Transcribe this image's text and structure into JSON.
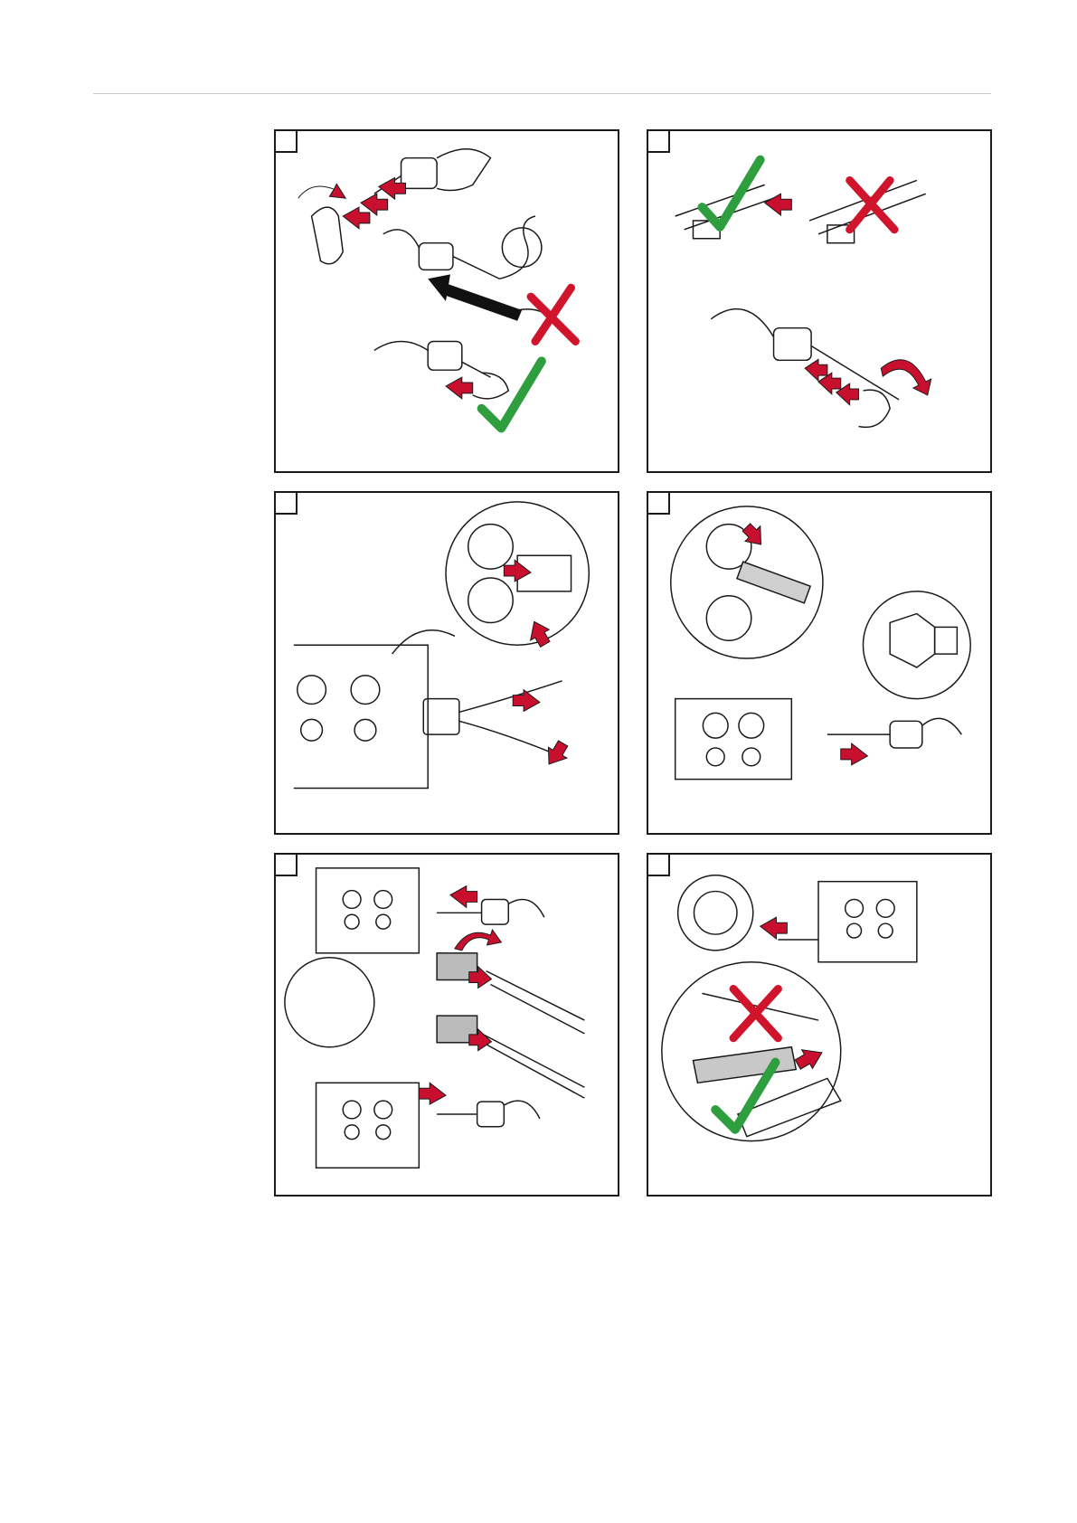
{
  "panels": [
    {
      "id": "step-1",
      "description_marks": [
        "drill",
        "wire-guide",
        "cross",
        "check"
      ]
    },
    {
      "id": "step-2",
      "description_marks": [
        "check",
        "cross",
        "drill",
        "rotate-arrow"
      ]
    },
    {
      "id": "step-3",
      "description_marks": [
        "feed-rollers",
        "pliers",
        "zoom-detail"
      ]
    },
    {
      "id": "step-4",
      "description_marks": [
        "feed-rollers",
        "cutter",
        "measurement-detail",
        "drill"
      ]
    },
    {
      "id": "step-5",
      "description_marks": [
        "wire-feeder",
        "drill",
        "sharpener",
        "wire"
      ]
    },
    {
      "id": "step-6",
      "description_marks": [
        "wire-spool",
        "wire-feeder",
        "cross",
        "check",
        "file"
      ]
    }
  ],
  "colors": {
    "arrow_red": "#c8102e",
    "check_green": "#2e9e3e",
    "cross_red": "#d0142c",
    "line": "#1a1a1a"
  }
}
